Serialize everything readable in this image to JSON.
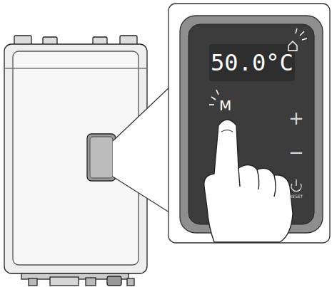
{
  "diagram": {
    "labels": [
      "50.0°C",
      "M",
      "+",
      "−",
      "RESET"
    ]
  }
}
